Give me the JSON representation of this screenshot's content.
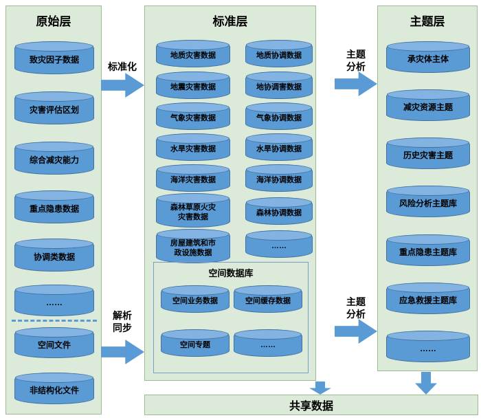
{
  "diagram": {
    "source_layer": {
      "title": "原始层",
      "items": [
        "致灾因子数据",
        "灾害评估区划",
        "综合减灾能力",
        "重点隐患数据",
        "协调类数据",
        "……",
        "空间文件",
        "非结构化文件"
      ]
    },
    "standard_layer": {
      "title": "标准层",
      "disaster_items": [
        "地质灾害数据",
        "地震灾害数据",
        "气象灾害数据",
        "水旱灾害数据",
        "海洋灾害数据",
        "森林草原火灾\n灾害数据",
        "房屋建筑和市\n政设施数据"
      ],
      "coordination_items": [
        "地质协调数据",
        "地协调害数据",
        "气象协调数据",
        "水旱协调数据",
        "海洋协调数据",
        "森林协调数据",
        "……"
      ],
      "spatial_db": {
        "title": "空间数据库",
        "items": [
          "空间业务数据",
          "空间缓存数据",
          "空间专题",
          "……"
        ]
      }
    },
    "theme_layer": {
      "title": "主题层",
      "items": [
        "承灾体主体",
        "减灾资源主题",
        "历史灾害主题",
        "风险分析主题库",
        "重点隐患主题库",
        "应急救援主题库",
        "……"
      ]
    },
    "shared_layer": {
      "title": "共享数据"
    },
    "arrows": {
      "standardize": "标准化",
      "parse_sync": "解析\n同步",
      "theme_analysis_top": "主题\n分析",
      "theme_analysis_bottom": "主题\n分析"
    },
    "colors": {
      "panel_bg": "#dcead9",
      "panel_border": "#9dbd91",
      "cylinder_body": "#5b9bd5",
      "cylinder_top": "#82b3e2",
      "cylinder_border": "#41719c",
      "arrow": "#5b9bd5"
    }
  }
}
